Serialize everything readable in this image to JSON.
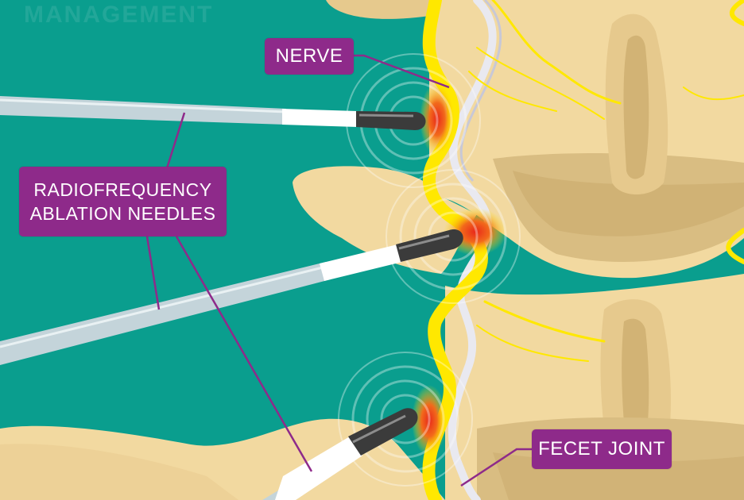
{
  "watermark": "MANAGEMENT",
  "labels": {
    "nerve": "NERVE",
    "rf_line1": "RADIOFREQUENCY",
    "rf_line2": "ABLATION NEEDLES",
    "facet": "FECET JOINT"
  },
  "colors": {
    "background": "#0a9e8e",
    "bone": "#f2d9a0",
    "bone_shadow": "#d9bd82",
    "bone_dark": "#c9a96b",
    "nerve": "#ffe800",
    "heat": "#e8391f",
    "label_bg": "#8e2a8a",
    "needle_shaft": "#c4d4da",
    "needle_tip": "#3b3b3b"
  }
}
